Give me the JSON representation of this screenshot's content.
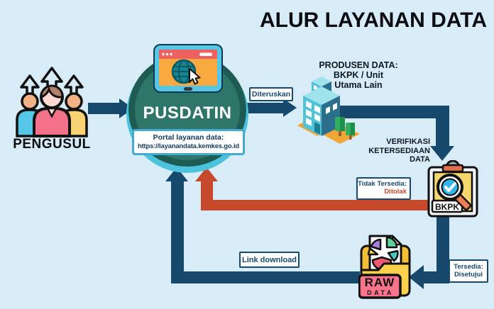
{
  "title": "ALUR LAYANAN DATA",
  "colors": {
    "background": "#d8ecf8",
    "flow_primary": "#17496d",
    "flow_reject": "#c6492b",
    "circle_outer": "#1e5b53",
    "circle_inner": "#2e7669",
    "circle_rim": "#4cc2dd",
    "portal_border": "#45aacf",
    "label_text": "#17496d",
    "reject_text": "#c6492b"
  },
  "pengusul": {
    "label": "PENGUSUL"
  },
  "pusdatin": {
    "label": "PUSDATIN",
    "portal_line1": "Portal layanan data:",
    "portal_line2": "https://layanandata.kemkes.go.id"
  },
  "produsen": {
    "line1": "PRODUSEN DATA:",
    "line2": "BKPK / Unit",
    "line3": "Utama Lain"
  },
  "verifikasi": {
    "line1": "VERIFIKASI",
    "line2": "KETERSEDIAAN",
    "line3": "DATA",
    "badge": "BKPK"
  },
  "raw_data": {
    "line1": "RAW",
    "line2": "DATA"
  },
  "labels": {
    "diteruskan": "Diteruskan",
    "tidak_tersedia": "Tidak Tersedia:",
    "ditolak": "Ditolak",
    "link_download": "Link download",
    "tersedia": "Tersedia:",
    "disetujui": "Disetujui"
  }
}
